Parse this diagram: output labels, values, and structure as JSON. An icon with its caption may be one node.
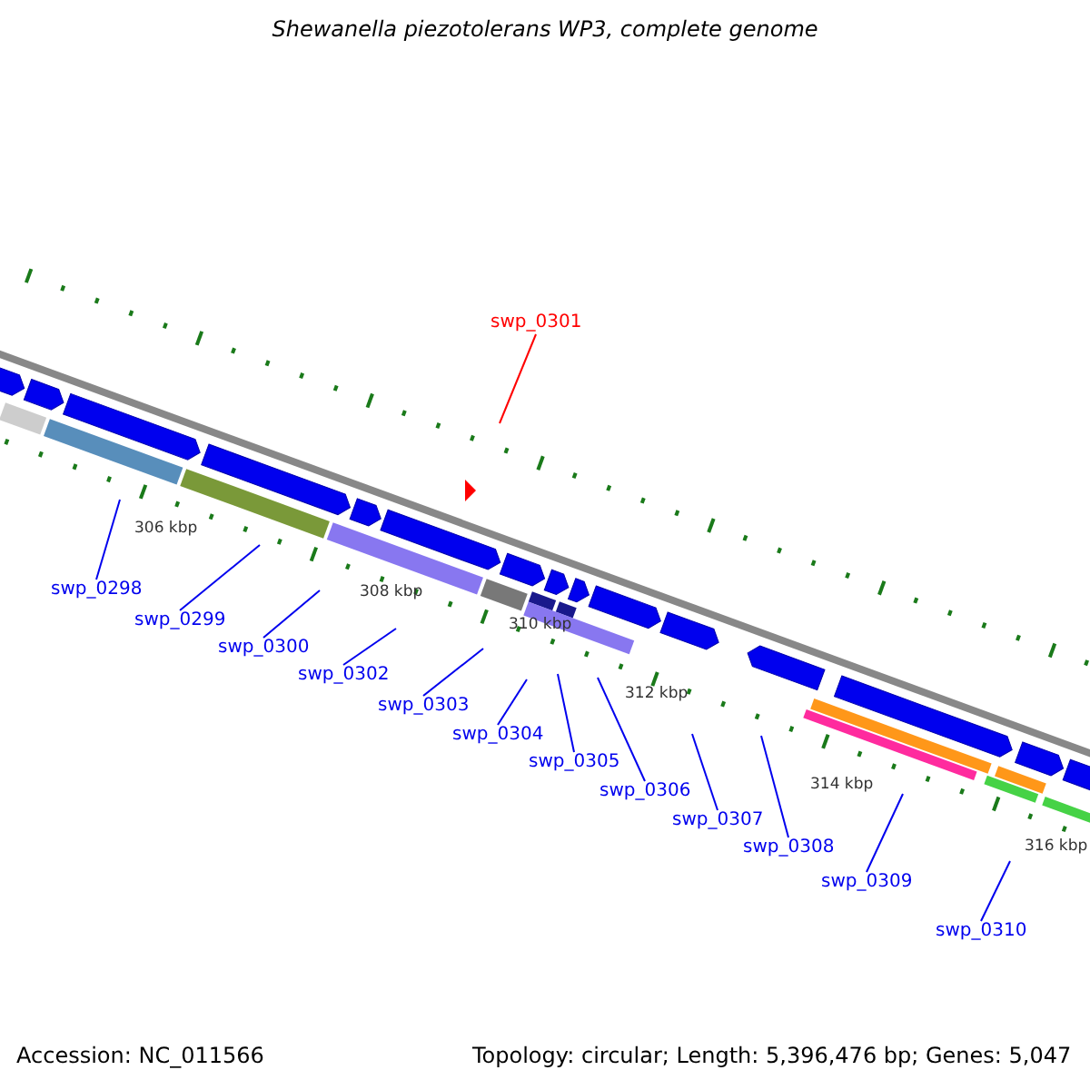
{
  "diagram": {
    "title": "Shewanella piezotolerans WP3, complete genome",
    "nodes": [
      {
        "text": [
          "swp_0301"
        ]
      },
      {
        "text": [
          "swp_0298"
        ]
      },
      {
        "text": [
          "swp_0299"
        ]
      },
      {
        "text": [
          "swp_0300"
        ]
      },
      {
        "text": [
          "swp_0302"
        ]
      },
      {
        "text": [
          "swp_0303"
        ]
      },
      {
        "text": [
          "swp_0304"
        ]
      },
      {
        "text": [
          "swp_0305"
        ]
      },
      {
        "text": [
          "swp_0306"
        ]
      },
      {
        "text": [
          "swp_0307"
        ]
      },
      {
        "text": [
          "swp_0308"
        ]
      },
      {
        "text": [
          "swp_0309"
        ]
      },
      {
        "text": [
          "swp_0310"
        ]
      }
    ],
    "edges": [
      {
        "from": 0,
        "to": null,
        "arrow": "none",
        "color": "#ff0000"
      },
      {
        "from": 1,
        "to": null,
        "arrow": "none"
      },
      {
        "from": 2,
        "to": null,
        "arrow": "none"
      },
      {
        "from": 3,
        "to": null,
        "arrow": "none"
      },
      {
        "from": 4,
        "to": null,
        "arrow": "none"
      },
      {
        "from": 5,
        "to": null,
        "arrow": "none"
      },
      {
        "from": 6,
        "to": null,
        "arrow": "none"
      },
      {
        "from": 7,
        "to": null,
        "arrow": "none"
      },
      {
        "from": 8,
        "to": null,
        "arrow": "none"
      },
      {
        "from": 9,
        "to": null,
        "arrow": "none"
      },
      {
        "from": 10,
        "to": null,
        "arrow": "none"
      },
      {
        "from": 11,
        "to": null,
        "arrow": "none"
      },
      {
        "from": 12,
        "to": null,
        "arrow": "none"
      }
    ],
    "labels": [
      "306 kbp",
      "308 kbp",
      "310 kbp",
      "312 kbp",
      "314 kbp",
      "316 kbp",
      "Accession: NC_011566",
      "Topology: circular; Length: 5,396,476 bp; Genes: 5,047"
    ]
  }
}
